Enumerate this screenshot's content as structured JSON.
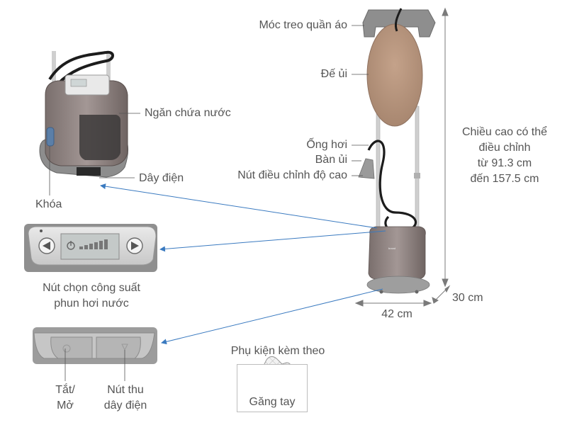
{
  "labels": {
    "hanger": "Móc treo quần áo",
    "board": "Đế ủi",
    "steam_hose": "Ống hơi",
    "iron_head": "Bàn ủi",
    "height_knob": "Nút điều chỉnh độ cao",
    "water_tank": "Ngăn chứa nước",
    "power_cord": "Dây điện",
    "lock": "Khóa",
    "power_select_line1": "Nút chọn công suất",
    "power_select_line2": "phun hơi nước",
    "on_off_line1": "Tắt/",
    "on_off_line2": "Mở",
    "cord_rewind_line1": "Nút thu",
    "cord_rewind_line2": "dây điện"
  },
  "dimensions": {
    "height_line1": "Chiều cao có thể",
    "height_line2": "điều chỉnh",
    "height_line3": "từ 91.3 cm",
    "height_line4": "đến 157.5 cm",
    "depth": "30 cm",
    "width": "42 cm"
  },
  "accessories": {
    "heading": "Phụ kiện kèm theo",
    "item": "Găng tay"
  },
  "colors": {
    "arrow": "#3a7ac0",
    "body": "#8b7f7d",
    "board": "#b8967e",
    "base": "#9e9e9e"
  },
  "icons": {
    "left": "triangle-left",
    "right": "triangle-right",
    "power": "power-symbol"
  }
}
